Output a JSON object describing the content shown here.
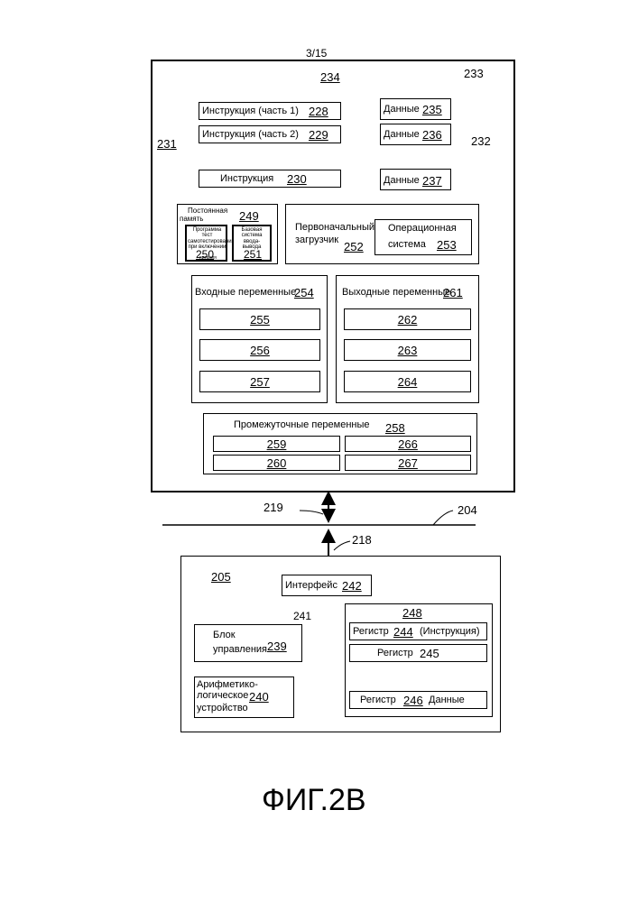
{
  "page_number": "3/15",
  "figure_caption": "ФИГ.2В",
  "memory": {
    "ref": "234",
    "ref_233": "233",
    "ref_231": "231",
    "ref_232": "232",
    "instr1": {
      "label": "Инструкция (часть 1)",
      "ref": "228"
    },
    "instr2": {
      "label": "Инструкция (часть 2)",
      "ref": "229"
    },
    "instr3": {
      "label": "Инструкция",
      "ref": "230"
    },
    "data1": {
      "label": "Данные",
      "ref": "235"
    },
    "data2": {
      "label": "Данные",
      "ref": "236"
    },
    "data3": {
      "label": "Данные",
      "ref": "237"
    },
    "rom": {
      "label_line1": "Постоянная",
      "label_line2": "память",
      "ref": "249",
      "post": {
        "text": "Программа тест самотестирования при включении",
        "ref": "250",
        "sub": "питания"
      },
      "bios": {
        "text": "Базовая система ввода-вывода",
        "ref": "251"
      }
    },
    "boot": {
      "label_line1": "Первоначальный",
      "label_line2": "загрузчик",
      "ref": "252"
    },
    "os": {
      "label_line1": "Операционная",
      "label_line2": "система",
      "ref": "253"
    },
    "input_vars": {
      "label": "Входные переменные",
      "ref": "254",
      "items": [
        "255",
        "256",
        "257"
      ]
    },
    "output_vars": {
      "label": "Выходные переменные",
      "ref": "261",
      "items": [
        "262",
        "263",
        "264"
      ]
    },
    "intermediate_vars": {
      "label": "Промежуточные переменные",
      "ref": "258",
      "left": [
        "259",
        "260"
      ],
      "right": [
        "266",
        "267"
      ]
    }
  },
  "bus": {
    "ref_219": "219",
    "ref_204": "204",
    "ref_218": "218"
  },
  "processor": {
    "ref": "205",
    "interface": {
      "label": "Интерфейс",
      "ref": "242"
    },
    "ref_241": "241",
    "registers_ref": "248",
    "reg1": {
      "label": "Регистр",
      "ref": "244",
      "suffix": "(Инструкция)"
    },
    "reg2": {
      "label": "Регистр",
      "ref": "245"
    },
    "reg3": {
      "label": "Регистр",
      "ref": "246",
      "suffix": "Данные"
    },
    "control": {
      "label_line1": "Блок",
      "label_line2": "управления",
      "ref": "239"
    },
    "alu": {
      "label_line1": "Арифметико-",
      "label_line2": "логическое",
      "label_line3": "устройство",
      "ref": "240"
    }
  }
}
